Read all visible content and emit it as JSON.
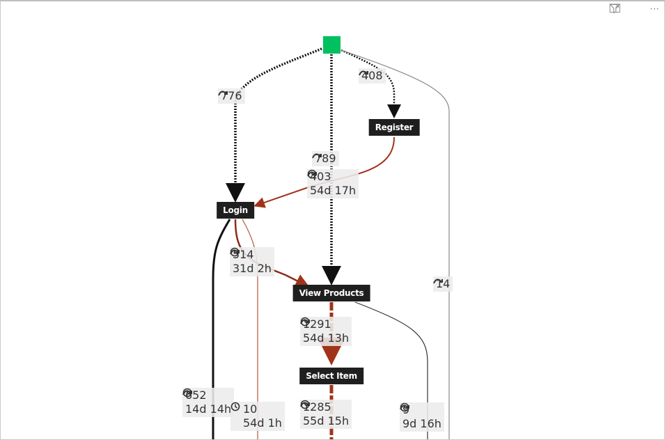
{
  "toolbar": {
    "filter_icon": "filter-icon",
    "focus_icon": "focus-mode-icon",
    "more_label": "⋯"
  },
  "colors": {
    "start": "#00c060",
    "node": "#1f1f1f",
    "brown": "#a0341a",
    "black": "#111111",
    "gray": "#888888"
  },
  "nodes": {
    "register": "Register",
    "login": "Login",
    "view_products": "View Products",
    "select_item": "Select Item"
  },
  "edges": {
    "start_login": {
      "count": "776"
    },
    "start_view": {
      "count": "789"
    },
    "start_register": {
      "count": "408"
    },
    "start_right": {
      "count": "14"
    },
    "register_login": {
      "count": "403",
      "duration": "54d 17h"
    },
    "login_view": {
      "count": "514",
      "duration": "31d 2h"
    },
    "login_down_black": {
      "count": "652",
      "duration": "14d 14h"
    },
    "login_down_brown": {
      "count": "10",
      "duration": "54d 1h"
    },
    "view_select": {
      "count": "1291",
      "duration": "54d 13h"
    },
    "select_down": {
      "count": "1285",
      "duration": "55d 15h"
    },
    "view_right": {
      "count": "9",
      "duration": "9d 16h"
    }
  }
}
